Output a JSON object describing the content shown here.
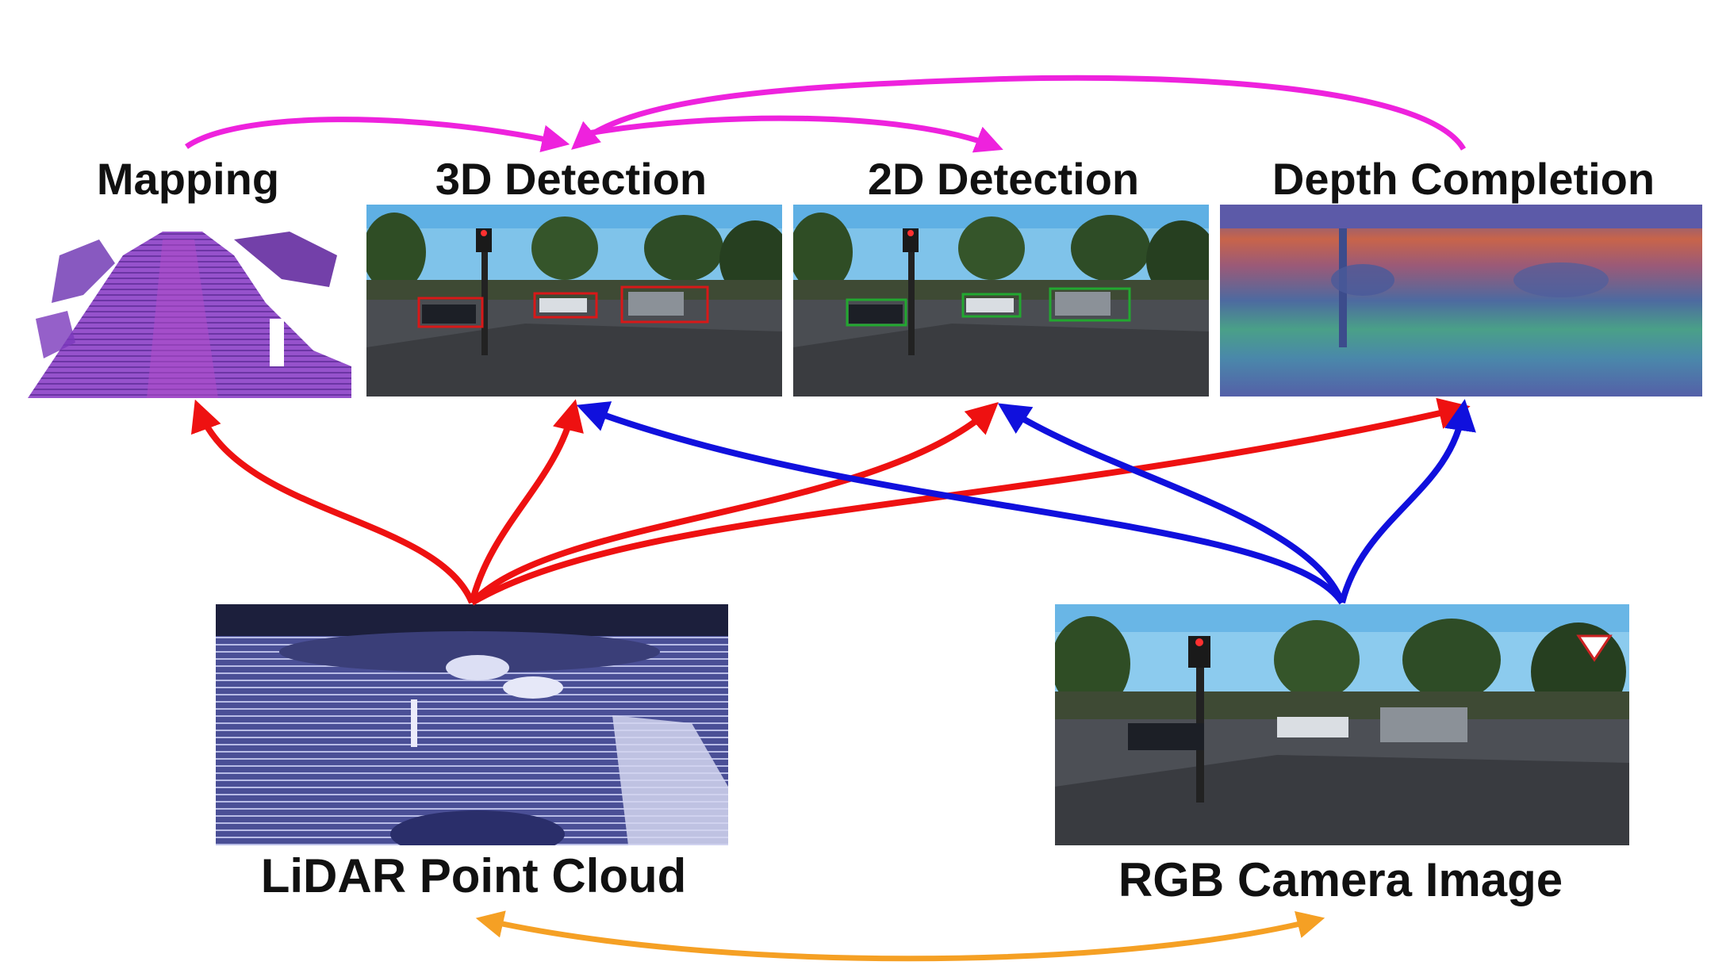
{
  "tasks": {
    "mapping": "Mapping",
    "detection_3d": "3D Detection",
    "detection_2d": "2D Detection",
    "depth_completion": "Depth Completion"
  },
  "sensors": {
    "lidar": "LiDAR Point Cloud",
    "camera": "RGB Camera Image"
  },
  "colors": {
    "lidar_arrows": "#ee1111",
    "camera_arrows": "#1010dd",
    "task_relations": "#ee22dd",
    "sensor_fusion": "#f5a024",
    "box_3d": "#d81818",
    "box_2d": "#22a830"
  }
}
